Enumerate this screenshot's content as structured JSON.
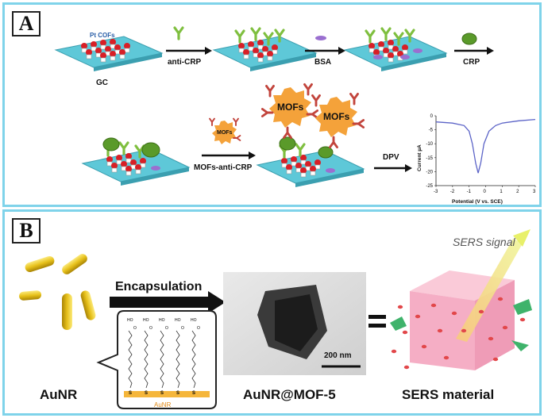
{
  "panel_a": {
    "label": "A",
    "step_labels": {
      "gc": "GC",
      "pt_cofs": "Pt COFs",
      "anti_crp": "anti-CRP",
      "bsa": "BSA",
      "crp": "CRP",
      "mofs_anti_crp": "MOFs-anti-CRP",
      "dpv": "DPV",
      "mofs": "MOFs"
    },
    "colors": {
      "electrode": "#5ec8d8",
      "cof": "#d81f26",
      "antibody": "#7fbf3f",
      "bsa": "#9a6fd0",
      "crp": "#5a9a2a",
      "mof": "#f4a23a",
      "mof_antibody": "#c2443c",
      "curve": "#5b63c7"
    }
  },
  "chart_data": {
    "type": "line",
    "title": "",
    "xlabel": "Potential (V vs. SCE)",
    "ylabel": "Current µA",
    "xlim": [
      -3,
      3
    ],
    "ylim": [
      -25,
      0
    ],
    "xticks": [
      "-3",
      "-2",
      "-1",
      "0",
      "1",
      "2",
      "3"
    ],
    "yticks": [
      "0",
      "-5",
      "-10",
      "-15",
      "-20",
      "-25"
    ],
    "series": [
      {
        "x": [
          -3,
          -2,
          -1.3,
          -1.0,
          -0.8,
          -0.6,
          -0.45,
          -0.3,
          -0.1,
          0.2,
          0.6,
          1.0,
          2.0,
          3.0
        ],
        "y": [
          -2.2,
          -2.6,
          -3.5,
          -5.5,
          -10,
          -17,
          -20.5,
          -17,
          -10,
          -5.5,
          -3.5,
          -2.6,
          -1.8,
          -1.3
        ]
      }
    ]
  },
  "panel_b": {
    "label": "B",
    "encapsulation": "Encapsulation",
    "aunr": "AuNR",
    "aunr_small": "AuNR",
    "aunr_mof": "AuNR@MOF-5",
    "scale_bar": "200 nm",
    "sers_signal": "SERS signal",
    "sers_material": "SERS material",
    "chain_head": "HO",
    "chain_o": "O",
    "chain_s": "S",
    "colors": {
      "rod": "#e7c11b",
      "cube": "#f4a7c0",
      "dot": "#e2474a",
      "green": "#3fb36b"
    }
  }
}
